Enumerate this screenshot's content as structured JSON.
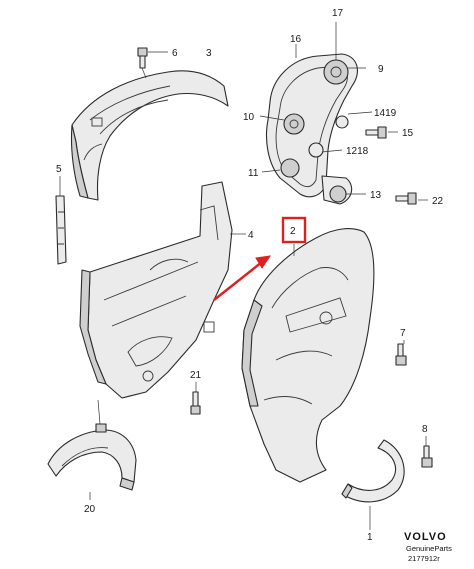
{
  "callouts": {
    "c1": "1",
    "c3": "3",
    "c4": "4",
    "c5": "5",
    "c6": "6",
    "c7": "7",
    "c8": "8",
    "c9": "9",
    "c10": "10",
    "c11": "11",
    "c13": "13",
    "c15": "15",
    "c16": "16",
    "c17": "17",
    "c20": "20",
    "c21": "21",
    "c22": "22",
    "c1218": "1218",
    "c1419": "1419"
  },
  "highlight": {
    "label": "2",
    "color": "#e02020"
  },
  "brand": {
    "name": "VOLVO",
    "subtitle": "GenuineParts",
    "part_number": "2177912r"
  }
}
